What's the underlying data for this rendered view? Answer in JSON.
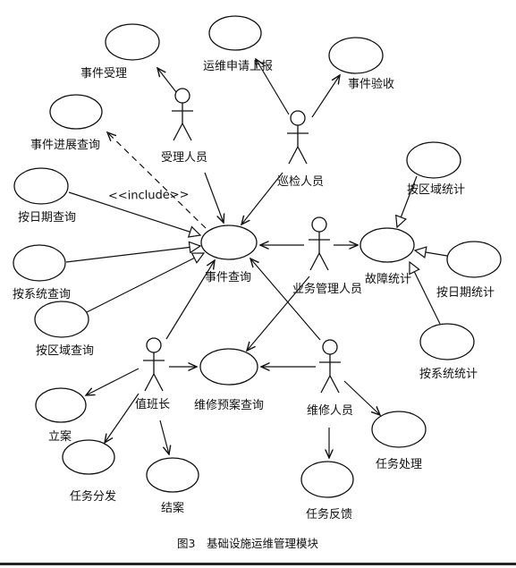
{
  "use_cases": {
    "shijian_shouli": "事件受理",
    "yunwei_shenqing": "运维申请上报",
    "shijian_yanshou": "事件验收",
    "jinzhan_chaxun": "事件进展查询",
    "riqi_chaxun": "按日期查询",
    "xitong_chaxun": "按系统查询",
    "quyu_chaxun": "按区域查询",
    "shijian_chaxun": "事件查询",
    "yuan_chaxun": "维修预案查询",
    "guzhang_tongji": "故障统计",
    "quyu_tongji": "按区域统计",
    "riqi_tongji": "按日期统计",
    "xitong_tongji": "按系统统计",
    "lian": "立案",
    "renwu_fenfa": "任务分发",
    "jiean": "结案",
    "renwu_fankui": "任务反馈",
    "renwu_chuli": "任务处理"
  },
  "actors": {
    "shouli": "受理人员",
    "xunjian": "巡检人员",
    "yewu": "业务管理人员",
    "zhibanzhang": "值班长",
    "weixiu": "维修人员"
  },
  "stereotype": "<<include>>",
  "caption": "图3　基础设施运维管理模块"
}
